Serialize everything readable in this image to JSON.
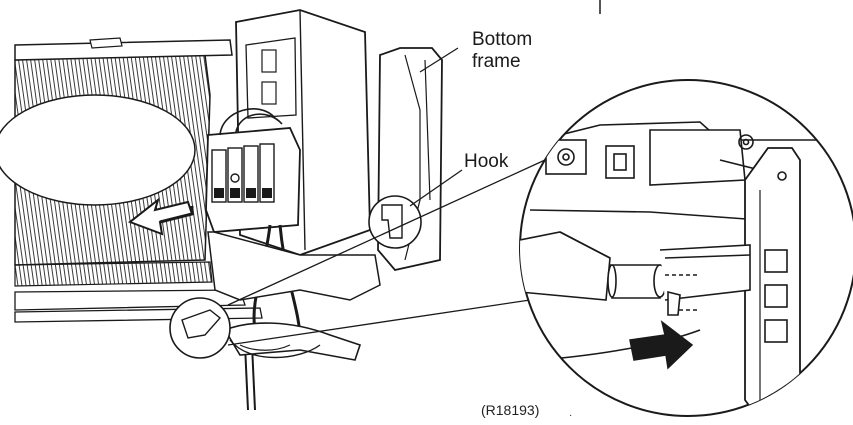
{
  "labels": {
    "bottom_frame_line1": "Bottom",
    "bottom_frame_line2": "frame",
    "hook": "Hook",
    "reference": "(R18193)"
  },
  "colors": {
    "line": "#1a1a1a",
    "panel_fill": "#ffffff",
    "grille": "#3a3a3a",
    "arrow_fill": "#1a1a1a"
  },
  "icons": {
    "pull_arrow_main": "arrow-left-icon",
    "pull_arrow_detail": "arrow-right-icon"
  }
}
